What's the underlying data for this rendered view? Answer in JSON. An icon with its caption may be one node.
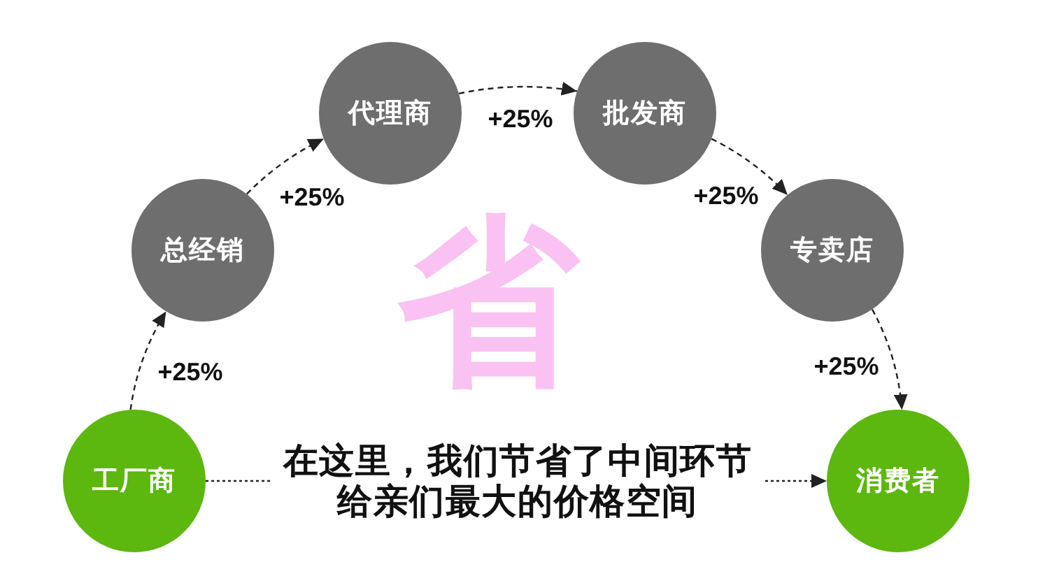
{
  "diagram": {
    "nodes": [
      {
        "text": [
          "工厂商"
        ]
      },
      {
        "text": [
          "总经销"
        ]
      },
      {
        "text": [
          "代理商"
        ]
      },
      {
        "text": [
          "批发商"
        ]
      },
      {
        "text": [
          "专卖店"
        ]
      },
      {
        "text": [
          "消费者"
        ]
      }
    ],
    "edges": [
      {
        "from": 0,
        "to": 1,
        "arrow": "to",
        "label": "+25%",
        "style": "dashed"
      },
      {
        "from": 1,
        "to": 2,
        "arrow": "to",
        "label": "+25%",
        "style": "dashed"
      },
      {
        "from": 2,
        "to": 3,
        "arrow": "to",
        "label": "+25%",
        "style": "dashed"
      },
      {
        "from": 3,
        "to": 4,
        "arrow": "to",
        "label": "+25%",
        "style": "dashed"
      },
      {
        "from": 4,
        "to": 5,
        "arrow": "to",
        "label": "+25%",
        "style": "dashed"
      },
      {
        "from": 0,
        "to": 5,
        "arrow": "to",
        "label": "在这里，我们节省了中间环节给亲们最大的价格空间",
        "style": "dashed"
      }
    ],
    "labels": [
      "省"
    ]
  }
}
